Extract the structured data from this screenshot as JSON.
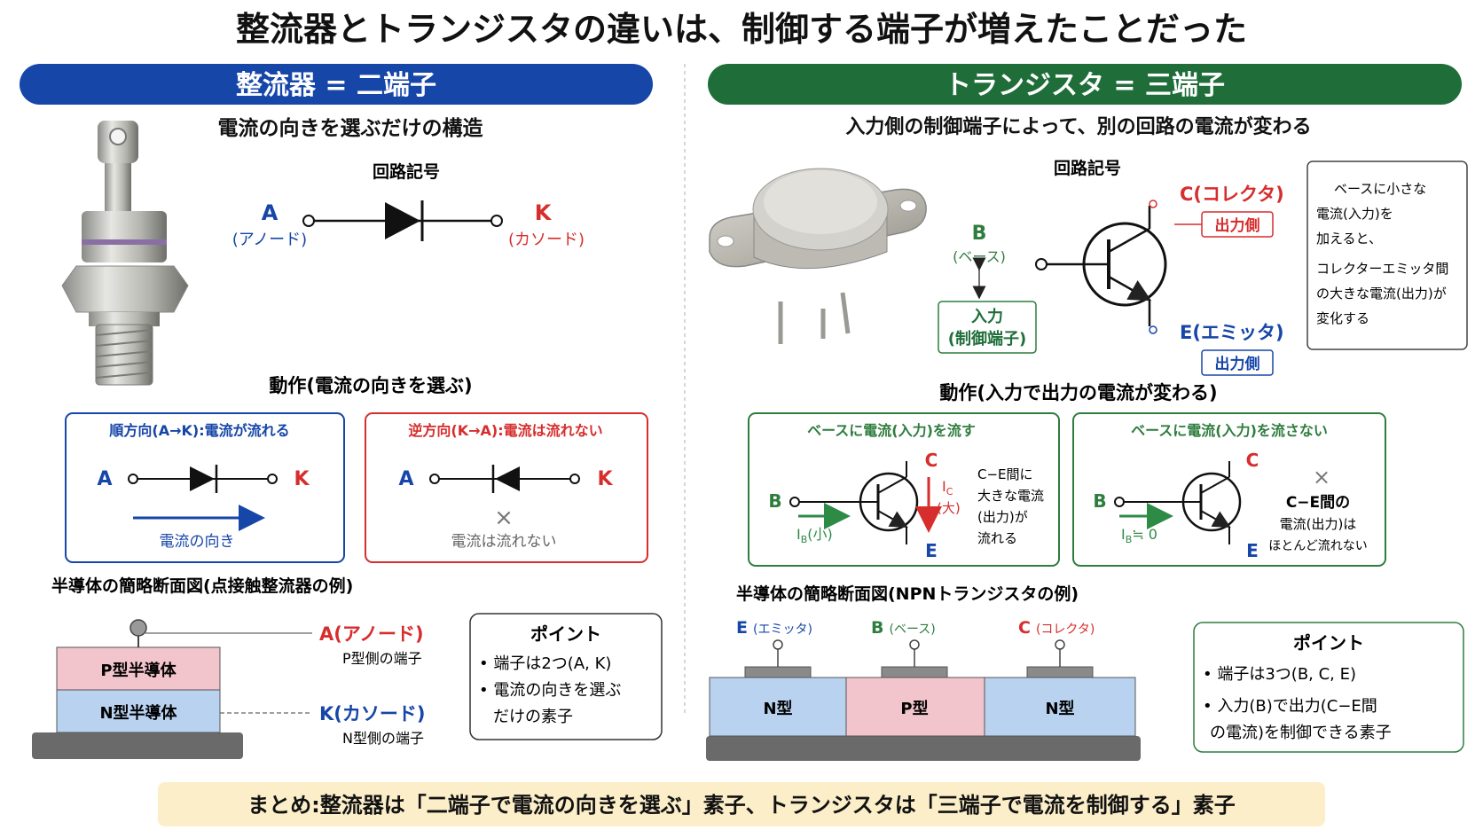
{
  "title": "整流器とトランジスタの違いは、制御する端子が増えたことだった",
  "colors": {
    "blue": "#1646a8",
    "green": "#1f6e3a",
    "red": "#d62d2d",
    "summary_bg": "#fbeec9"
  },
  "left": {
    "banner": "整流器 = 二端子",
    "subtitle": "電流の向きを選ぶだけの構造",
    "symbol_label": "回路記号",
    "anode_letter": "A",
    "anode_name": "(アノード)",
    "cathode_letter": "K",
    "cathode_name": "(カソード)",
    "op_title": "動作(電流の向きを選ぶ)",
    "forward": {
      "title": "順方向(A→K):電流が流れる",
      "a": "A",
      "k": "K",
      "caption": "電流の向き"
    },
    "reverse": {
      "title": "逆方向(K→A):電流は流れない",
      "a": "A",
      "k": "K",
      "cross": "×",
      "caption": "電流は流れない"
    },
    "section_title": "半導体の簡略断面図(点接触整流器の例)",
    "p_layer": "P型半導体",
    "n_layer": "N型半導体",
    "anode_full": "A(アノード)",
    "anode_side": "P型側の端子",
    "cathode_full": "K(カソード)",
    "cathode_side": "N型側の端子",
    "point_title": "ポイント",
    "points": [
      "• 端子は2つ(A, K)",
      "• 電流の向きを選ぶ",
      "だけの素子"
    ]
  },
  "right": {
    "banner": "トランジスタ = 三端子",
    "subtitle": "入力側の制御端子によって、別の回路の電流が変わる",
    "symbol_label": "回路記号",
    "c_label": "C(コレクタ)",
    "output_c": "出力側",
    "b_letter": "B",
    "b_name": "(ベース)",
    "input_line1": "入力",
    "input_line2": "(制御端子)",
    "e_label": "E(エミッタ)",
    "output_e": "出力側",
    "note": [
      "ベースに小さな",
      "電流(入力)を",
      "加えると、",
      "コレクターエミッタ間",
      "の大きな電流(出力)が",
      "変化する"
    ],
    "op_title": "動作(入力で出力の電流が変わる)",
    "on": {
      "title": "ベースに電流(入力)を流す",
      "b": "B",
      "c": "C",
      "e": "E",
      "ib": "I",
      "ib_sub": "B",
      "ib_rest": "(小)",
      "ic": "I",
      "ic_sub": "C",
      "ic_big": "(大)",
      "desc": [
        "C−E間に",
        "大きな電流",
        "(出力)が",
        "流れる"
      ]
    },
    "off": {
      "title": "ベースに電流(入力)を流さない",
      "b": "B",
      "c": "C",
      "e": "E",
      "ib": "I",
      "ib_sub": "B",
      "ib_rest": "≒ 0",
      "cross": "×",
      "desc": [
        "C−E間の",
        "電流(出力)は",
        "ほとんど流れない"
      ]
    },
    "section_title": "半導体の簡略断面図(NPNトランジスタの例)",
    "e_cs": "E",
    "e_cs_name": "(エミッタ)",
    "b_cs": "B",
    "b_cs_name": "(ベース)",
    "c_cs": "C",
    "c_cs_name": "(コレクタ)",
    "n1": "N型",
    "p": "P型",
    "n2": "N型",
    "point_title": "ポイント",
    "points": [
      "• 端子は3つ(B, C, E)",
      "• 入力(B)で出力(C−E間",
      "の電流)を制御できる素子"
    ]
  },
  "summary": "まとめ:整流器は「二端子で電流の向きを選ぶ」素子、トランジスタは「三端子で電流を制御する」素子"
}
